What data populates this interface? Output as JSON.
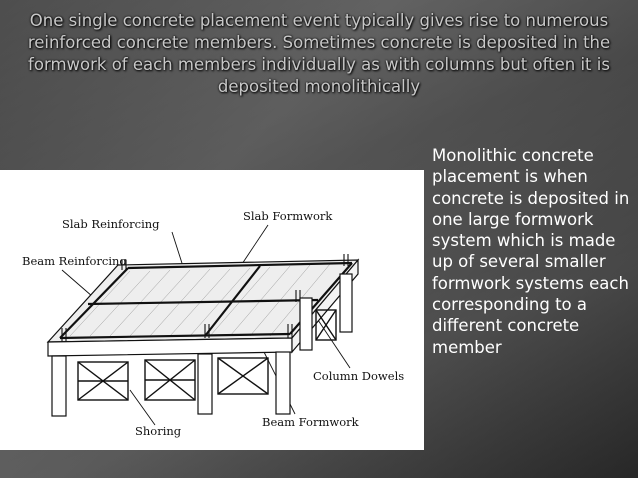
{
  "slide": {
    "title": "One single concrete placement event  typically gives rise to numerous reinforced concrete members. Sometimes concrete is deposited in the formwork of each members individually as with columns but often it is deposited monolithically",
    "body": "Monolithic concrete placement is when concrete is deposited in one large formwork system which is made up of several smaller formwork systems each corresponding to a different concrete member"
  },
  "figure": {
    "labels": {
      "slab_reinforcing": "Slab Reinforcing",
      "slab_formwork": "Slab Formwork",
      "beam_reinforcing": "Beam Reinforcing",
      "column_dowels": "Column Dowels",
      "shoring": "Shoring",
      "beam_formwork": "Beam Formwork"
    }
  }
}
